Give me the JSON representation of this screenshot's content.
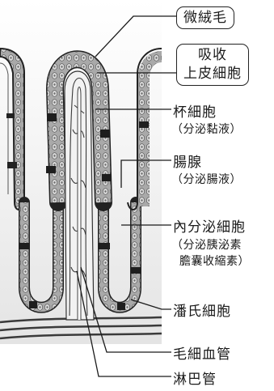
{
  "labels": {
    "microvilli": "微絨毛",
    "absorptive_line1": "吸收",
    "absorptive_line2": "上皮細胞",
    "goblet": "杯細胞",
    "goblet_note": "（分泌黏液）",
    "crypt": "腸腺",
    "crypt_note": "（分泌腸液）",
    "endocrine": "內分泌細胞",
    "endocrine_note1": "（分泌胰泌素",
    "endocrine_note2": "膽囊收縮素）",
    "paneth": "潘氏細胞",
    "capillary": "毛細血管",
    "lymph": "淋巴管"
  }
}
